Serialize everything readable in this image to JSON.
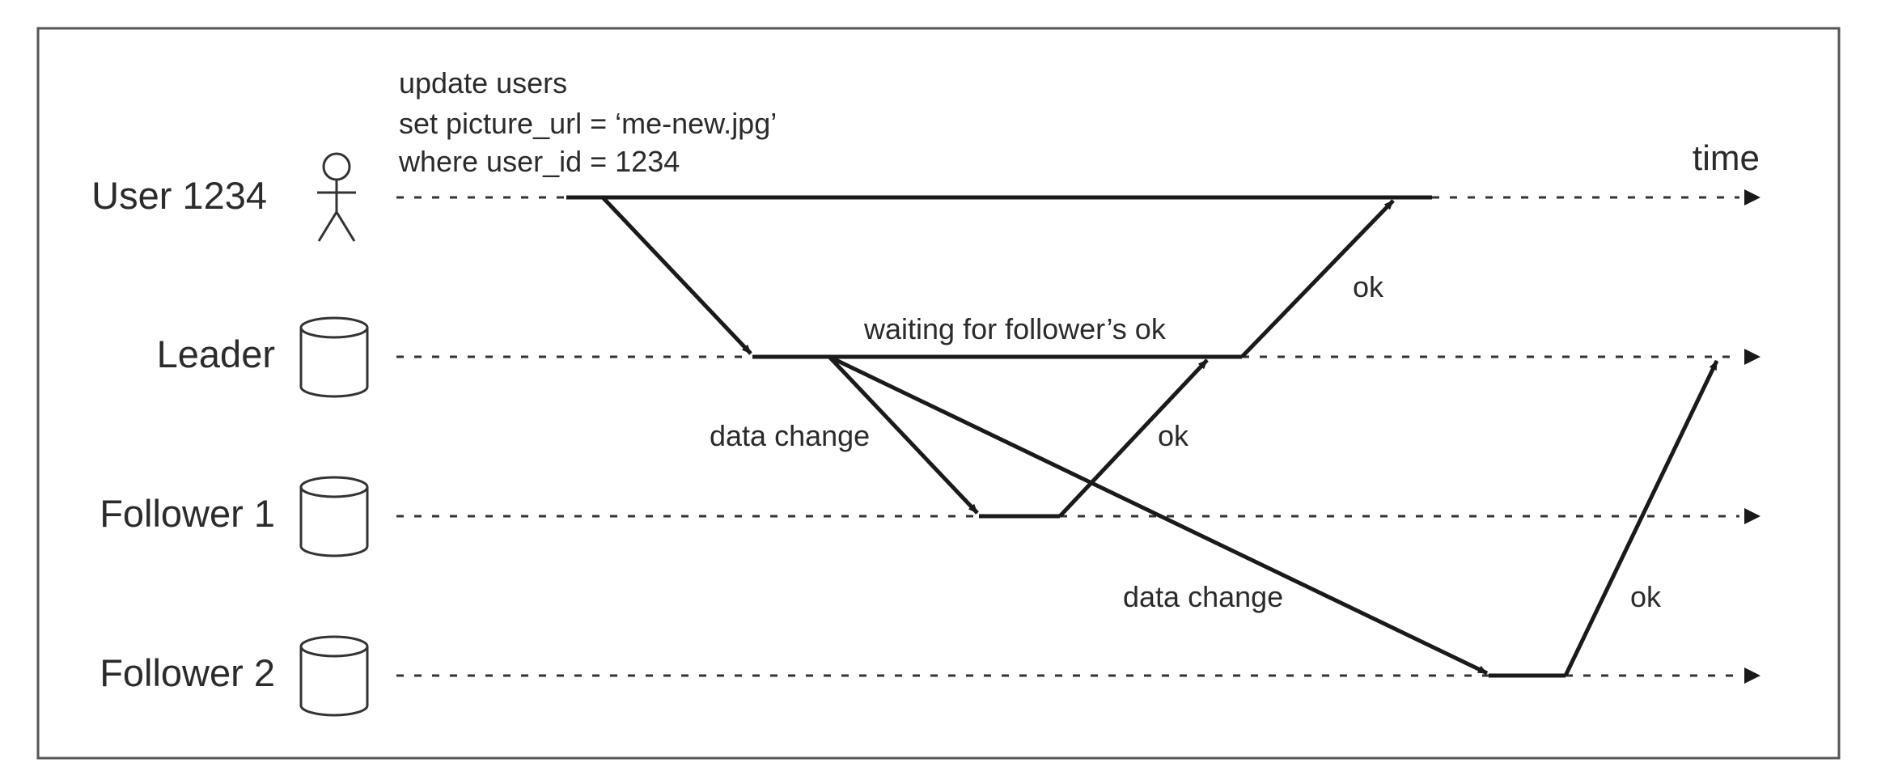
{
  "lanes": {
    "user": "User 1234",
    "leader": "Leader",
    "follower1": "Follower 1",
    "follower2": "Follower 2"
  },
  "axis_label": "time",
  "query_lines": [
    "update users",
    "set picture_url = ‘me-new.jpg’",
    "where user_id = 1234"
  ],
  "labels": {
    "waiting": "waiting for follower’s ok",
    "data_change_1": "data change",
    "data_change_2": "data change",
    "ok_leader_to_user": "ok",
    "ok_f1_to_leader": "ok",
    "ok_f2_to_leader": "ok"
  },
  "icons": {
    "user": "person-icon",
    "nodes": "database-icon"
  }
}
